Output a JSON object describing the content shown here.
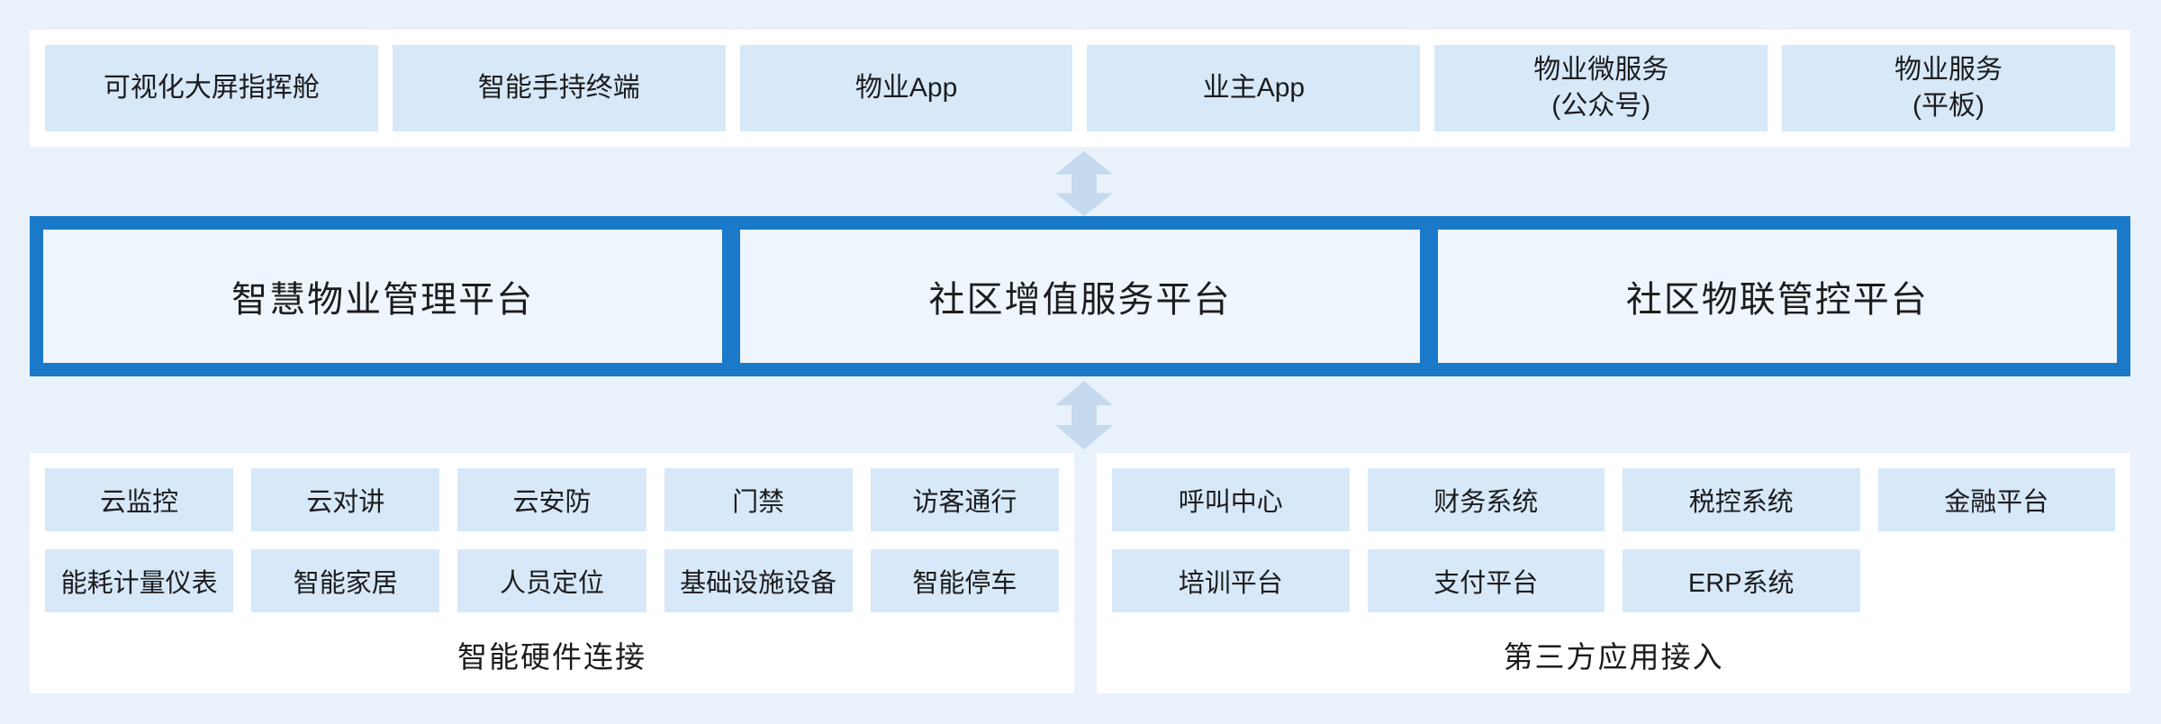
{
  "colors": {
    "page_background": "#e9f1fa",
    "panel_white": "#ffffff",
    "box_fill": "#d7e8f8",
    "platform_band_blue": "#1a79c8",
    "platform_box_fill": "#eef5fc",
    "arrow_fill": "#c5d9ef",
    "text": "#1c1c1e"
  },
  "top_row": {
    "items": [
      "可视化大屏指挥舱",
      "智能手持终端",
      "物业App",
      "业主App",
      "物业微服务\n(公众号)",
      "物业服务\n(平板)"
    ]
  },
  "platform_layer": {
    "items": [
      "智慧物业管理平台",
      "社区增值服务平台",
      "社区物联管控平台"
    ]
  },
  "hardware": {
    "title": "智能硬件连接",
    "rows": [
      [
        "云监控",
        "云对讲",
        "云安防",
        "门禁",
        "访客通行"
      ],
      [
        "能耗计量仪表",
        "智能家居",
        "人员定位",
        "基础设施设备",
        "智能停车"
      ]
    ]
  },
  "third_party": {
    "title": "第三方应用接入",
    "rows": [
      [
        "呼叫中心",
        "财务系统",
        "税控系统",
        "金融平台"
      ],
      [
        "培训平台",
        "支付平台",
        "ERP系统"
      ]
    ]
  },
  "icons": {
    "flow_arrow": "double-vertical-arrow"
  }
}
